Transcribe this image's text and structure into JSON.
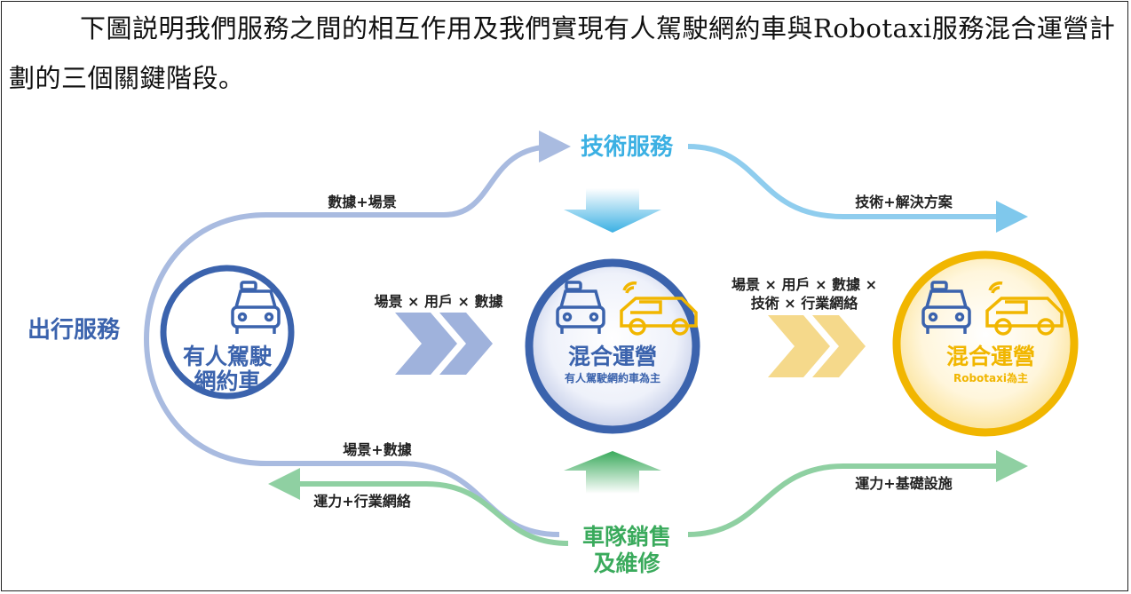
{
  "intro_text": "下圖説明我們服務之間的相互作用及我們實現有人駕駛網約車與Robotaxi服務混合運營計劃的三個關鍵階段。",
  "diagram": {
    "top_node": "技術服務",
    "left_node": "出行服務",
    "bottom_node": [
      "車隊銷售",
      "及維修"
    ],
    "stage1": {
      "title": [
        "有人駕駛",
        "網約車"
      ]
    },
    "stage2": {
      "title": "混合運營",
      "subtitle": "有人駕駛網約車為主"
    },
    "stage3": {
      "title": "混合運營",
      "subtitle": "Robotaxi為主"
    },
    "flow_1_to_2": "場景 × 用戶 × 數據",
    "flow_2_to_3": [
      "場景 × 用戶 × 數據 ×",
      "技術 × 行業網絡"
    ],
    "arrow_labels": {
      "top_left": "數據+場景",
      "top_right": "技術+解決方案",
      "bottom_left_upper": "場景+數據",
      "bottom_left_lower": "運力+行業網絡",
      "bottom_right": "運力+基礎設施"
    },
    "colors": {
      "blue": "#3b63ad",
      "light_blue": "#a9bbe0",
      "cyan": "#3bb0e3",
      "green": "#3aaa5c",
      "yellow": "#f1b600"
    }
  }
}
